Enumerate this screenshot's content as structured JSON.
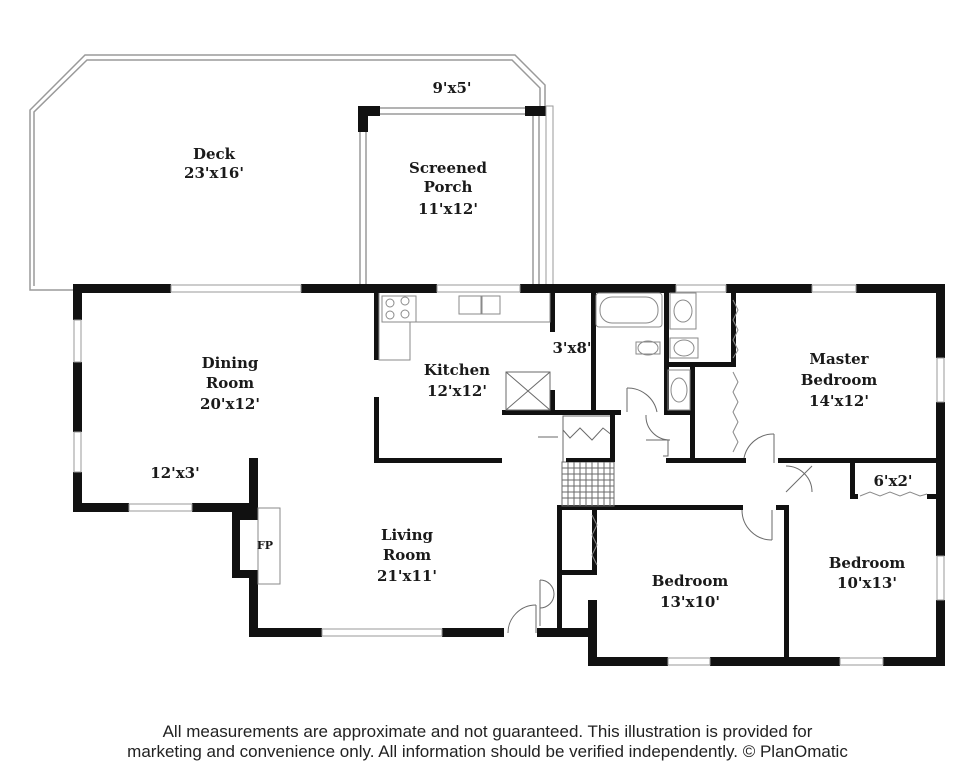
{
  "rooms": {
    "deck": {
      "name": "Deck",
      "dims": "23'x16'"
    },
    "deck_ext": {
      "dims": "9'x5'"
    },
    "screened_porch": {
      "name_line1": "Screened",
      "name_line2": "Porch",
      "dims": "11'x12'"
    },
    "dining_room": {
      "name_line1": "Dining",
      "name_line2": "Room",
      "dims": "20'x12'"
    },
    "dining_nook": {
      "dims": "12'x3'"
    },
    "kitchen": {
      "name": "Kitchen",
      "dims": "12'x12'"
    },
    "pantry": {
      "dims": "3'x8'"
    },
    "living_room": {
      "name_line1": "Living",
      "name_line2": "Room",
      "dims": "21'x11'"
    },
    "fireplace": {
      "name": "FP"
    },
    "master_bedroom": {
      "name_line1": "Master",
      "name_line2": "Bedroom",
      "dims": "14'x12'"
    },
    "bedroom_center": {
      "name": "Bedroom",
      "dims": "13'x10'"
    },
    "bedroom_right": {
      "name": "Bedroom",
      "dims": "10'x13'"
    },
    "closet": {
      "dims": "6'x2'"
    }
  },
  "disclaimer": {
    "line1": "All measurements are approximate and not guaranteed. This illustration is provided for",
    "line2": "marketing and convenience only. All information should be verified independently. © PlanOmatic"
  },
  "colors": {
    "wall": "#111111",
    "thin": "#9a9a9a",
    "window": "#bdbdbd"
  }
}
